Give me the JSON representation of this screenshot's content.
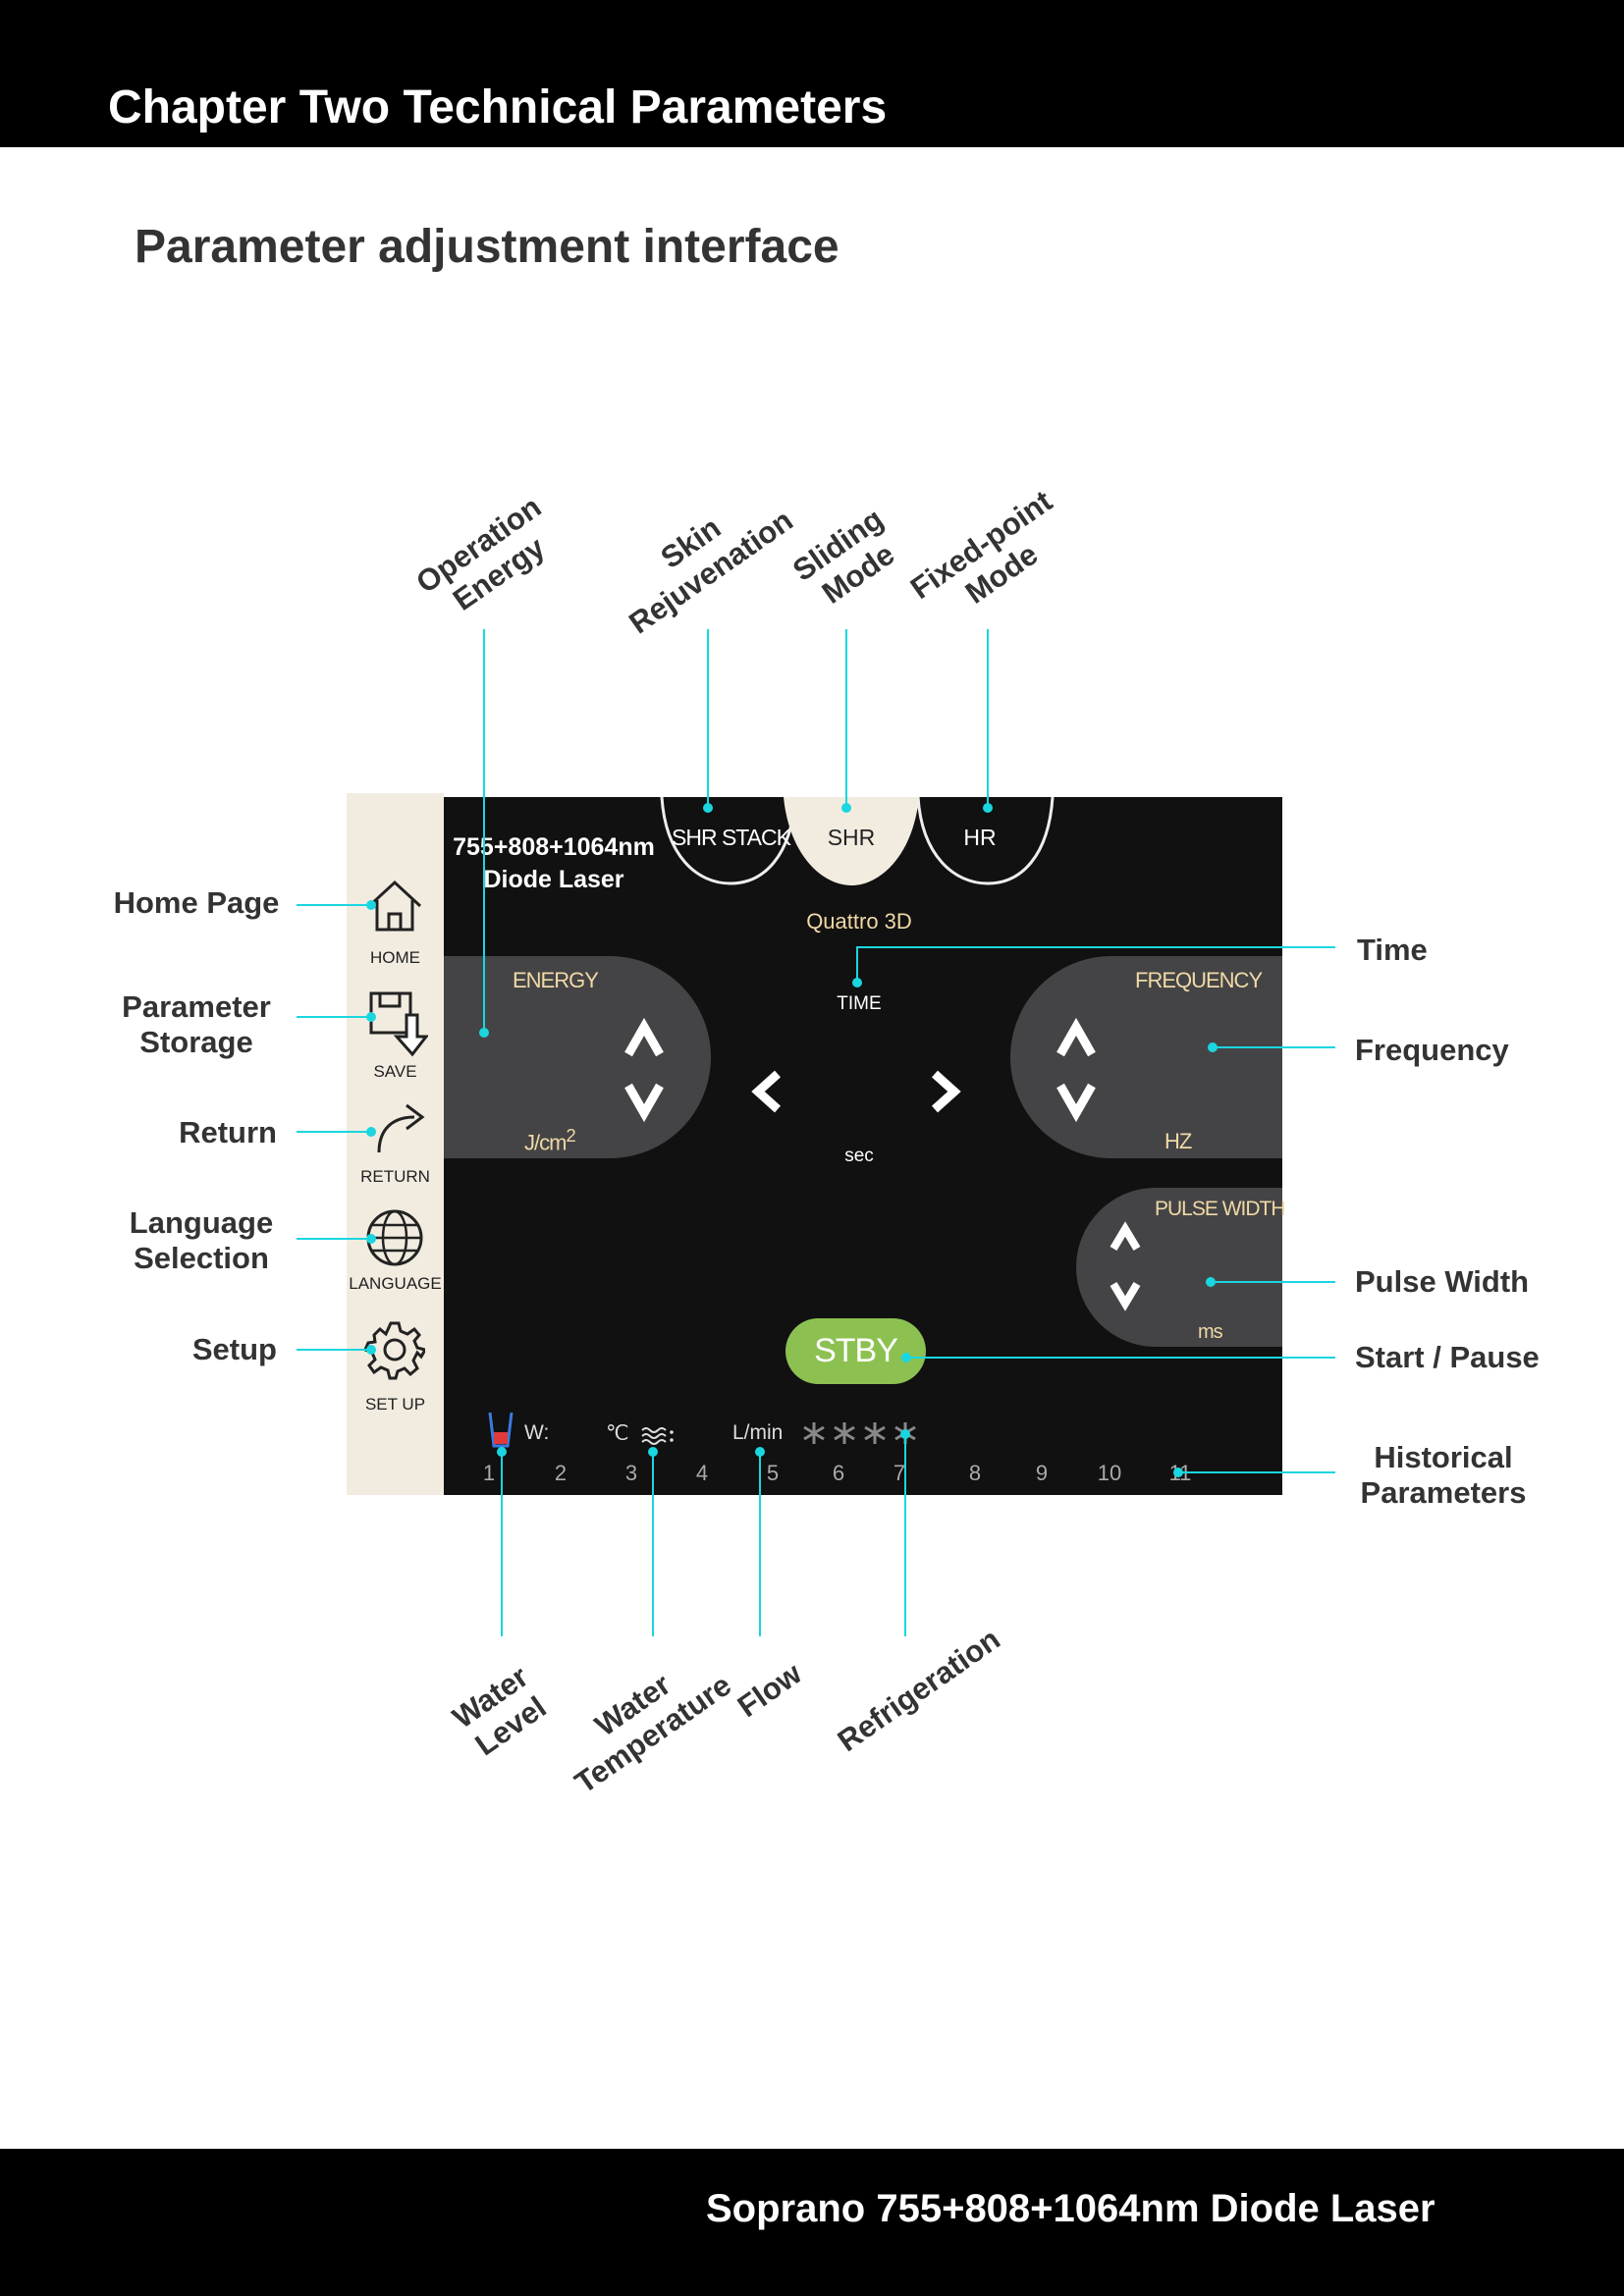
{
  "header": {
    "title": "Chapter Two Technical Parameters"
  },
  "section_title": "Parameter adjustment interface",
  "footer": {
    "text": "Soprano 755+808+1064nm Diode Laser"
  },
  "callouts": {
    "top": [
      {
        "line1": "Operation",
        "line2": "Energy"
      },
      {
        "line1": "Skin",
        "line2": "Rejuvenation"
      },
      {
        "line1": "Sliding",
        "line2": "Mode"
      },
      {
        "line1": "Fixed-point",
        "line2": "Mode"
      }
    ],
    "left": [
      {
        "line1": "Home Page",
        "line2": ""
      },
      {
        "line1": "Parameter",
        "line2": "Storage"
      },
      {
        "line1": "Return",
        "line2": ""
      },
      {
        "line1": "Language",
        "line2": "Selection"
      },
      {
        "line1": "Setup",
        "line2": ""
      }
    ],
    "right": [
      {
        "line1": "Time",
        "line2": ""
      },
      {
        "line1": "Frequency",
        "line2": ""
      },
      {
        "line1": "Pulse Width",
        "line2": ""
      },
      {
        "line1": "Start / Pause",
        "line2": ""
      },
      {
        "line1": "Historical",
        "line2": "Parameters"
      }
    ],
    "bottom": [
      {
        "line1": "Water",
        "line2": "Level"
      },
      {
        "line1": "Water",
        "line2": "Temperature"
      },
      {
        "line1": "Flow",
        "line2": ""
      },
      {
        "line1": "Refrigeration",
        "line2": ""
      }
    ]
  },
  "screen": {
    "sidebar": [
      {
        "label": "HOME",
        "icon": "home-icon"
      },
      {
        "label": "SAVE",
        "icon": "save-icon"
      },
      {
        "label": "RETURN",
        "icon": "return-icon"
      },
      {
        "label": "LANGUAGE",
        "icon": "globe-icon"
      },
      {
        "label": "SET UP",
        "icon": "gear-icon"
      }
    ],
    "title_line1": "755+808+1064nm",
    "title_line2": "Diode Laser",
    "modes": [
      "SHR STACK",
      "SHR",
      "HR"
    ],
    "active_mode": "SHR",
    "handpiece": "Quattro 3D",
    "energy": {
      "label": "ENERGY",
      "unit": "J/cm",
      "unit_sup": "2"
    },
    "time": {
      "label": "TIME",
      "unit": "sec"
    },
    "frequency": {
      "label": "FREQUENCY",
      "unit": "HZ"
    },
    "pulse_width": {
      "label": "PULSE WIDTH",
      "unit": "ms"
    },
    "start_button": "STBY",
    "status": {
      "power": "W:",
      "temp_unit": "℃",
      "flow_unit": "L/min"
    },
    "history_numbers": [
      "1",
      "2",
      "3",
      "4",
      "5",
      "6",
      "7",
      "8",
      "9",
      "10",
      "11"
    ],
    "colors": {
      "accent_line": "#1ad6e0",
      "panel": "#444446",
      "label_gold": "#f0d9a6",
      "stby_green": "#8cc152",
      "sidebar_bg": "#f2ece0"
    }
  }
}
